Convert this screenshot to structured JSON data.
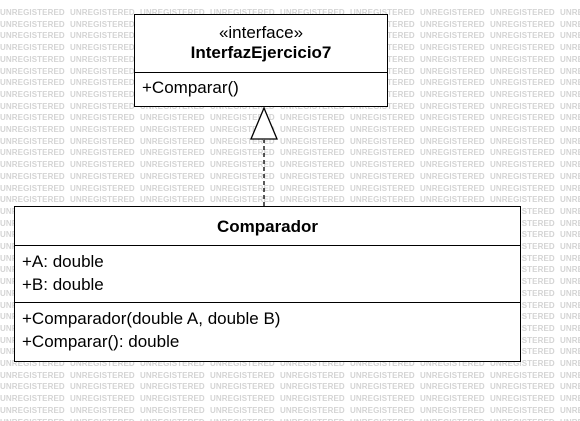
{
  "watermark": {
    "text": "UNREGISTERED"
  },
  "interface": {
    "stereotype": "«interface»",
    "name": "InterfazEjercicio7",
    "operations": [
      "+Comparar()"
    ]
  },
  "class": {
    "name": "Comparador",
    "attributes": [
      "+A: double",
      "+B: double"
    ],
    "operations": [
      "+Comparador(double A, double B)",
      "+Comparar(): double"
    ]
  },
  "relationship": {
    "type": "realization",
    "from": "Comparador",
    "to": "InterfazEjercicio7"
  }
}
